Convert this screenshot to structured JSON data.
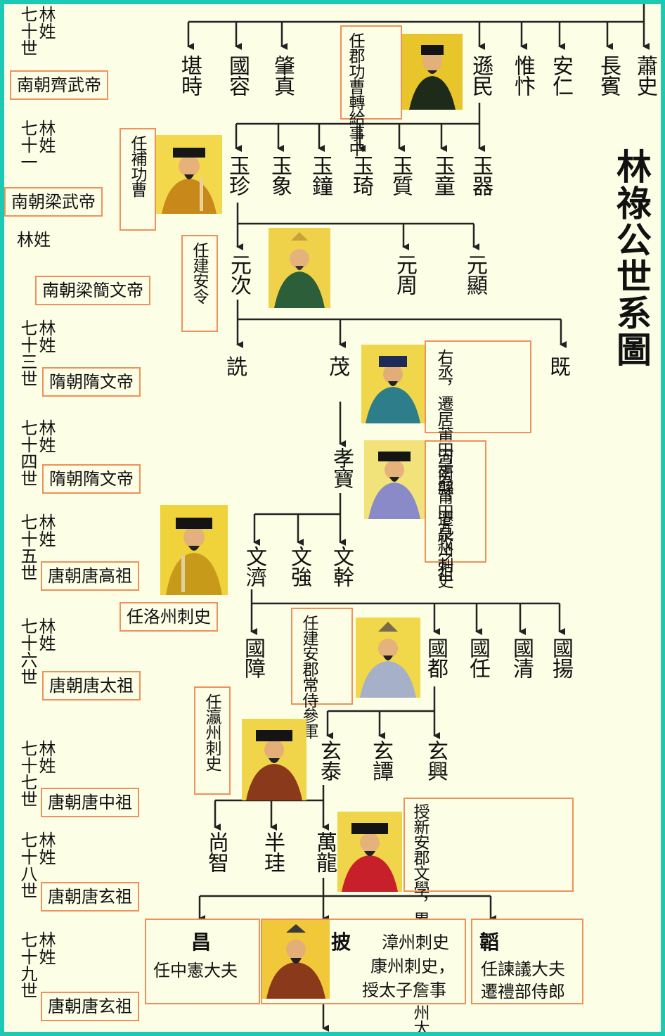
{
  "title": "林祿公世系圖",
  "generations": [
    {
      "surname": "林姓",
      "gen": "七十世",
      "dynasty": "南朝齊武帝"
    },
    {
      "surname": "林姓",
      "gen": "七十一",
      "dynasty": "南朝梁武帝"
    },
    {
      "surname": "林姓",
      "dynasty": "南朝梁簡文帝"
    },
    {
      "surname": "林姓",
      "gen": "七十三世",
      "dynasty": "隋朝隋文帝"
    },
    {
      "surname": "林姓",
      "gen": "七十四世",
      "dynasty": "隋朝隋文帝"
    },
    {
      "surname": "林姓",
      "gen": "七十五世",
      "dynasty": "唐朝唐高祖"
    },
    {
      "surname": "林姓",
      "gen": "七十六世",
      "dynasty": "唐朝唐太祖"
    },
    {
      "surname": "林姓",
      "gen": "七十七世",
      "dynasty": "唐朝唐中祖"
    },
    {
      "surname": "林姓",
      "gen": "七十八世",
      "dynasty": "唐朝唐玄祖"
    },
    {
      "surname": "林姓",
      "gen": "七十九世",
      "dynasty": "唐朝唐玄祖"
    }
  ],
  "row1": [
    "堪時",
    "國容",
    "肇真",
    "遜民",
    "惟忭",
    "安仁",
    "長賓",
    "蕭史"
  ],
  "row2": [
    "玉珍",
    "玉象",
    "玉鐘",
    "玉琦",
    "玉質",
    "玉童",
    "玉器"
  ],
  "row3": [
    "元次",
    "元周",
    "元顯"
  ],
  "row4": [
    "詵",
    "茂",
    "既"
  ],
  "row5": [
    "孝寶"
  ],
  "row6": [
    "文濟",
    "文強",
    "文幹"
  ],
  "row7": [
    "國障",
    "國都",
    "國任",
    "國清",
    "國揚"
  ],
  "row8": [
    "玄泰",
    "玄譚",
    "玄興"
  ],
  "row9": [
    "尚智",
    "半珪",
    "萬龍"
  ],
  "row10": [
    {
      "name": "昌",
      "text": [
        "任中憲大夫"
      ]
    },
    {
      "name": "披",
      "text": [
        "漳州刺史",
        "康州刺史，",
        "授太子詹事"
      ]
    },
    {
      "name": "韜",
      "text": [
        "任諫議大夫",
        "遷禮部侍郎"
      ]
    }
  ],
  "notes": {
    "n1": "任郡功曹轉給事中",
    "n2": "任補功曹",
    "n3": "任建安令",
    "n4": "右丞，遷居莆田是為莆田九牧之祖",
    "n5": "河南縣，遷泉州刺史",
    "n6": "任洛州刺史",
    "n7": "任建安郡常侍參軍",
    "n8": "任瀛州刺史",
    "n9": "授新安郡文學，累遷長史，饒州太守改行守高平郡太守"
  }
}
